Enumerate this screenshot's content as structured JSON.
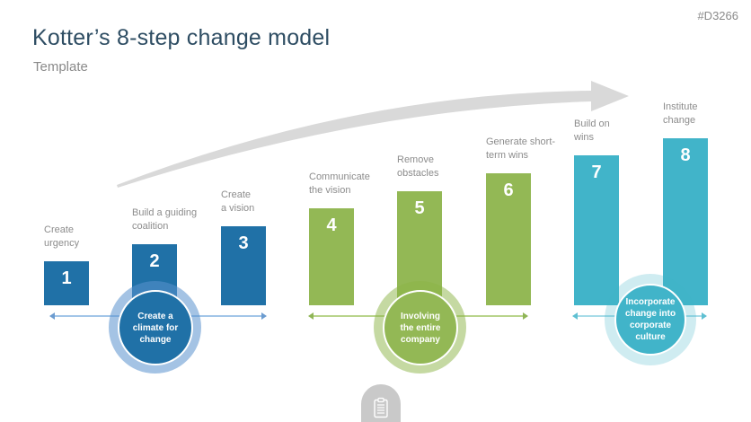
{
  "header": {
    "title": "Kotter’s 8-step change model",
    "subtitle": "Template",
    "code": "#D3266"
  },
  "steps": [
    {
      "number": "1",
      "label_lines": [
        "Create",
        "urgency"
      ]
    },
    {
      "number": "2",
      "label_lines": [
        "Build a guiding",
        "coalition"
      ]
    },
    {
      "number": "3",
      "label_lines": [
        "Create",
        "a vision"
      ]
    },
    {
      "number": "4",
      "label_lines": [
        "Communicate",
        "the vision"
      ]
    },
    {
      "number": "5",
      "label_lines": [
        "Remove",
        "obstacles"
      ]
    },
    {
      "number": "6",
      "label_lines": [
        "Generate short-",
        "term wins"
      ]
    },
    {
      "number": "7",
      "label_lines": [
        "Build on",
        "wins"
      ]
    },
    {
      "number": "8",
      "label_lines": [
        "Institute",
        "change"
      ]
    }
  ],
  "circles": [
    {
      "lines": [
        "Create a",
        "climate for",
        "change"
      ]
    },
    {
      "lines": [
        "Involving",
        "the entire",
        "company"
      ]
    },
    {
      "lines": [
        "Incorporate",
        "change into",
        "corporate",
        "culture"
      ]
    }
  ],
  "colors": {
    "blue": "#2071A7",
    "blue_halo": "#A5C6E4",
    "blue_axis": "#A3C6E8",
    "green": "#93B855",
    "green_halo": "#CBDEA6",
    "green_axis": "#B9D48C",
    "teal": "#41B4C9",
    "teal_halo": "#D9EDF5",
    "teal_axis": "#A8DCE8",
    "swoosh_gray": "#D9D9D9",
    "arch_gray": "#C9C9C9",
    "title_text": "#2E4D63",
    "muted_text": "#8C8C8C"
  },
  "icons": {
    "swoosh": "curved-arrow-icon",
    "footer": "clipboard-icon"
  }
}
